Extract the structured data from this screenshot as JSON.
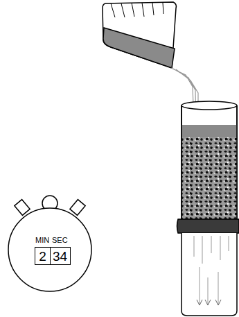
{
  "diagram": {
    "nodes": [
      {
        "text": [
          "2"
        ]
      },
      {
        "text": [
          "34"
        ]
      }
    ],
    "labels": [
      "MIN",
      "SEC"
    ]
  }
}
